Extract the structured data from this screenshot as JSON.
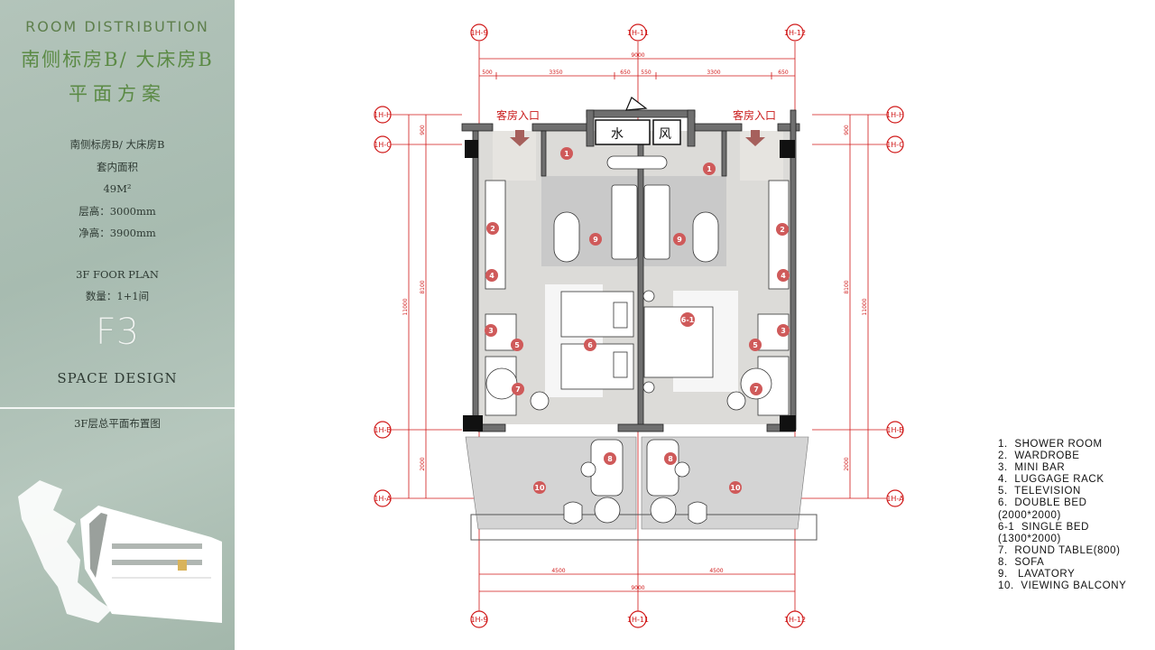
{
  "sidebar": {
    "title_en": "ROOM DISTRIBUTION",
    "title_cn_1": "南侧标房B/ 大床房B",
    "title_cn_2": "平面方案",
    "room_name": "南侧标房B/ 大床房B",
    "area_label": "套内面积",
    "area_value": "49M²",
    "floor_height": "层高：3000mm",
    "clear_height": "净高：3900mm",
    "plan_label": "3F FOOR PLAN",
    "quantity": "数量：1+1间",
    "floor_code": "F3",
    "space_design": "SPACE  DESIGN",
    "overall_plan_label": "3F层总平面布置图"
  },
  "plan": {
    "grid_top": [
      "1H-9",
      "1H-11",
      "1H-12"
    ],
    "grid_side": [
      "1H-H",
      "1H-C",
      "1H-B",
      "1H-A"
    ],
    "dims_top_total": "9000",
    "dims_top": [
      "500",
      "3350",
      "650",
      "550",
      "3300",
      "650"
    ],
    "dims_bottom": [
      "4500",
      "4500"
    ],
    "dims_bottom_total": "9000",
    "dims_left": [
      "900",
      "8100",
      "2000"
    ],
    "dims_left_total": "11000",
    "dims_right": [
      "900",
      "8100",
      "2000"
    ],
    "dims_right_total": "11000",
    "entry_label": "客房入口",
    "shaft_water": "水",
    "shaft_wind": "风",
    "markers": [
      "1",
      "2",
      "3",
      "4",
      "5",
      "6",
      "6-1",
      "7",
      "8",
      "9",
      "10"
    ]
  },
  "legend": [
    "1.  SHOWER ROOM",
    "2.  WARDROBE",
    "3.  MINI BAR",
    "4.  LUGGAGE RACK",
    "5.  TELEVISION",
    "6.  DOUBLE BED",
    "(2000*2000)",
    "6-1  SINGLE BED",
    "(1300*2000)",
    "7.  ROUND TABLE(800)",
    "8.  SOFA",
    "9.   LAVATORY",
    "10.  VIEWING BALCONY"
  ],
  "colors": {
    "grid_red": "#d01818",
    "marker": "#cf5a5a",
    "title_green": "#5b8a45"
  }
}
